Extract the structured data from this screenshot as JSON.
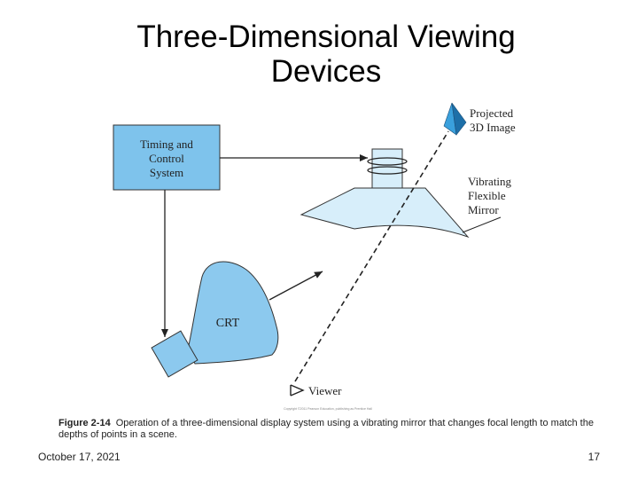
{
  "slide": {
    "title_line1": "Three-Dimensional Viewing",
    "title_line2": "Devices",
    "date": "October 17, 2021",
    "page_number": "17"
  },
  "diagram": {
    "timing_box": [
      "Timing and",
      "Control",
      "System"
    ],
    "crt_label": "CRT",
    "projected_label": [
      "Projected",
      "3D Image"
    ],
    "mirror_label": [
      "Vibrating",
      "Flexible",
      "Mirror"
    ],
    "viewer_label": "Viewer",
    "copyright": "Copyright ©2011 Pearson Education, publishing as Prentice Hall"
  },
  "caption": {
    "label": "Figure 2-14",
    "text": "Operation of a three-dimensional display system using a vibrating mirror that changes focal length to match the depths of points in a scene."
  },
  "colors": {
    "box_fill": "#7ec3ec",
    "crt_fill": "#8cc9ee",
    "mirror_fill": "#d7eefa",
    "pyramid_light": "#3aa0dc",
    "pyramid_dark": "#1d6fa8",
    "line": "#222222"
  }
}
